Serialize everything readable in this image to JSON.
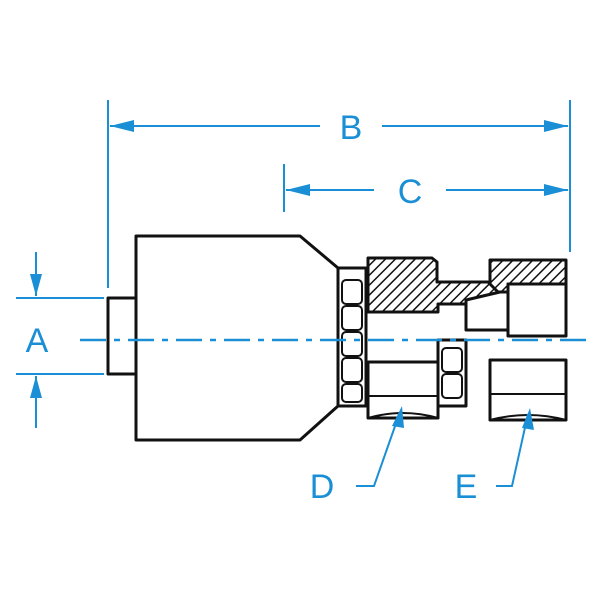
{
  "diagram": {
    "labels": {
      "a": "A",
      "b": "B",
      "c": "C",
      "d": "D",
      "e": "E"
    },
    "colors": {
      "dimension": "#1a8fd6",
      "outline": "#111111",
      "background": "#ffffff"
    }
  }
}
